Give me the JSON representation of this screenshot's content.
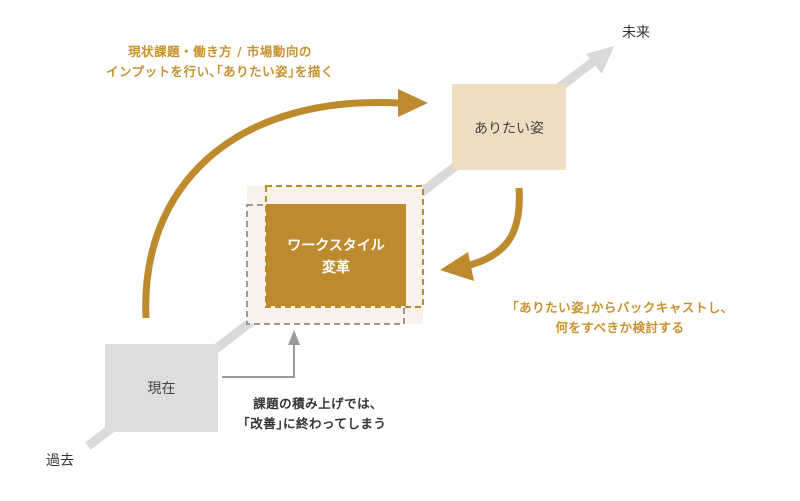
{
  "axis": {
    "past": "過去",
    "future": "未来"
  },
  "boxes": {
    "current": "現在",
    "ideal": "ありたい姿",
    "workstyle": [
      "ワークスタイル",
      "変革"
    ]
  },
  "notes": {
    "top": [
      "現状課題・働き方 / 市場動向の",
      "インプットを行い､｢ありたい姿｣を描く"
    ],
    "right": [
      "｢ありたい姿｣からバックキャストし､",
      "何をすべきか検討する"
    ],
    "bottom": [
      "課題の積み上げでは､",
      "｢改善｣に終わってしまう"
    ]
  },
  "colors": {
    "accent": "#bd8a2d",
    "accent_text": "#c8912f",
    "ideal_box": "#eeddc1",
    "current_box": "#dddddd",
    "axis_line": "#d9d9d9",
    "dashed_gray": "#9a9a9a",
    "bottom_text": "#333333"
  }
}
